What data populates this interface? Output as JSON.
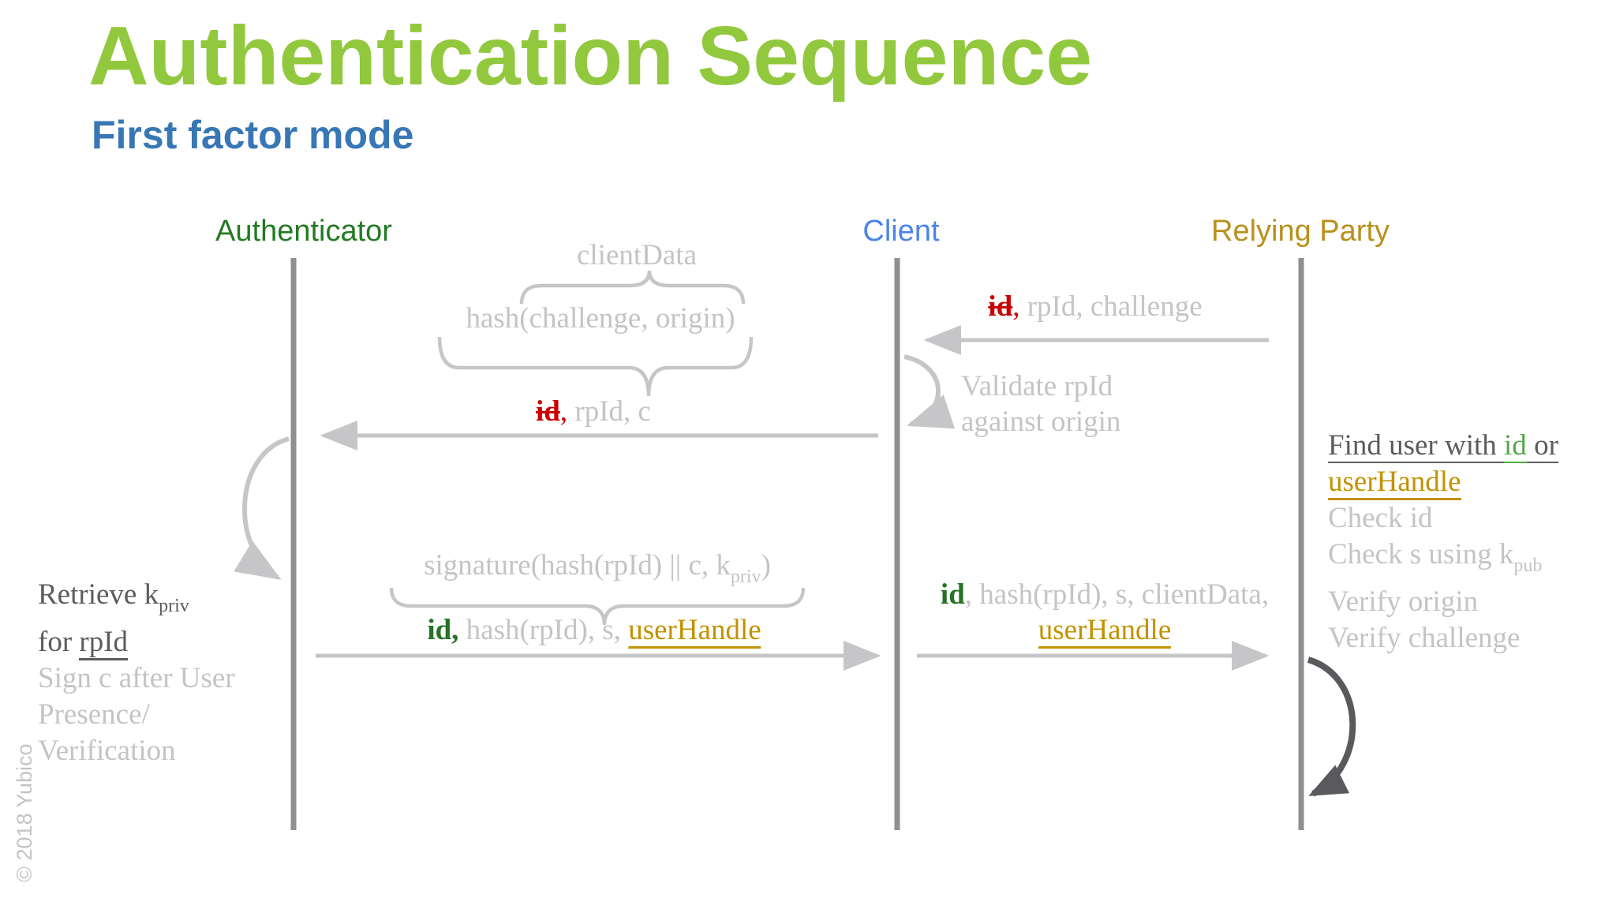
{
  "slide": {
    "title": "Authentication Sequence",
    "subtitle": "First factor mode",
    "copyright": "© 2018 Yubico"
  },
  "colors": {
    "title_green": "#92C83E",
    "subtitle_blue": "#3877B5",
    "auth_green": "#237A23",
    "client_blue": "#4C84E8",
    "rp_gold": "#B9901A",
    "gold": "#C29200",
    "faded": "#C4C4C6",
    "dark": "#5C5C60",
    "green_id": "#57A84D",
    "msg_green": "#267326",
    "red": "#CC0000",
    "lifeline": "#8F8F93",
    "arrow": "#C6C6C8",
    "dark_arrow": "#5A5A5E"
  },
  "actors": {
    "authenticator": "Authenticator",
    "client": "Client",
    "relying_party": "Relying Party"
  },
  "annotations": {
    "client_data": {
      "label": "clientData",
      "hash": "hash(challenge, origin)"
    },
    "signature": {
      "pre": "signature(hash(rpId) || c, k",
      "sub": "priv",
      "post": ")"
    },
    "validate": {
      "line1": "Validate rpId",
      "line2": "against origin"
    },
    "authenticator_note": {
      "line1_pre": "Retrieve k",
      "line1_sub": "priv",
      "line2_pre": "for ",
      "line2_link": "rpId",
      "line3": "Sign c after User",
      "line4": "Presence/",
      "line5": "Verification"
    },
    "rp_note": {
      "line1_pre": "Find user with ",
      "line1_id": "id",
      "line1_post": " or",
      "line2": "userHandle",
      "line3": "Check id",
      "line4_pre": "Check s using k",
      "line4_sub": "pub",
      "line5": "Verify origin",
      "line6": "Verify challenge"
    }
  },
  "messages": {
    "rp_to_client": {
      "id": "id",
      "comma": ",",
      "rest": " rpId, challenge"
    },
    "client_to_authenticator": {
      "id": "id",
      "comma": ",",
      "rest": " rpId, c"
    },
    "authenticator_to_client": {
      "id": "id,",
      "mid": " hash(rpId), s, ",
      "handle": "userHandle"
    },
    "client_to_rp": {
      "id": "id",
      "rest": ", hash(rpId), s, clientData,",
      "handle": "userHandle"
    }
  }
}
